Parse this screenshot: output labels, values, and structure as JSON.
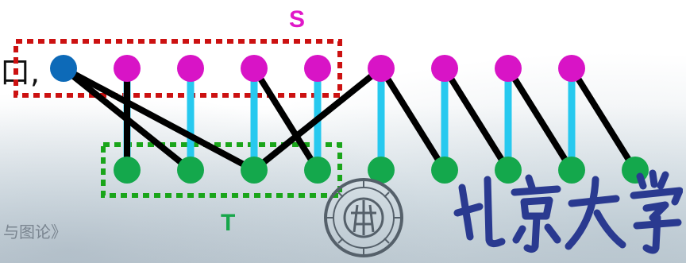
{
  "labels": {
    "s": "S",
    "t": "T"
  },
  "lead_text": "口,",
  "footer_text": "与图论》",
  "logo": {
    "name": "peking-university",
    "calligraphy": "北京大学"
  },
  "colors": {
    "start_node": "#0d6ab8",
    "top_nodes": "#d814c6",
    "bottom_nodes": "#14a84c",
    "matching_edges": "#27c9ef",
    "path_edges": "#000000",
    "s_box": "#cc1111",
    "t_box": "#1aa51a"
  },
  "graph": {
    "top_nodes": [
      "start",
      "u1",
      "u2",
      "u3",
      "u4",
      "u5",
      "u6",
      "u7",
      "u8"
    ],
    "bottom_nodes": [
      "v1",
      "v2",
      "v3",
      "v4",
      "v5",
      "v6",
      "v7",
      "v8",
      "v9"
    ],
    "matching": [
      [
        "u1",
        "v1"
      ],
      [
        "u2",
        "v2"
      ],
      [
        "u3",
        "v3"
      ],
      [
        "u4",
        "v4"
      ],
      [
        "u5",
        "v5"
      ],
      [
        "u6",
        "v6"
      ],
      [
        "u7",
        "v7"
      ],
      [
        "u8",
        "v8"
      ]
    ],
    "path_edges": [
      [
        "start",
        "v2"
      ],
      [
        "start",
        "v3"
      ],
      [
        "u1",
        "v1"
      ],
      [
        "u3",
        "v4"
      ],
      [
        "u5",
        "v3"
      ],
      [
        "u5",
        "v6"
      ],
      [
        "u6",
        "v7"
      ],
      [
        "u7",
        "v8"
      ],
      [
        "u8",
        "v9"
      ]
    ],
    "s_box_nodes": [
      "start",
      "u1",
      "u2",
      "u3",
      "u4"
    ],
    "t_box_nodes": [
      "v1",
      "v2",
      "v3",
      "v4"
    ]
  }
}
